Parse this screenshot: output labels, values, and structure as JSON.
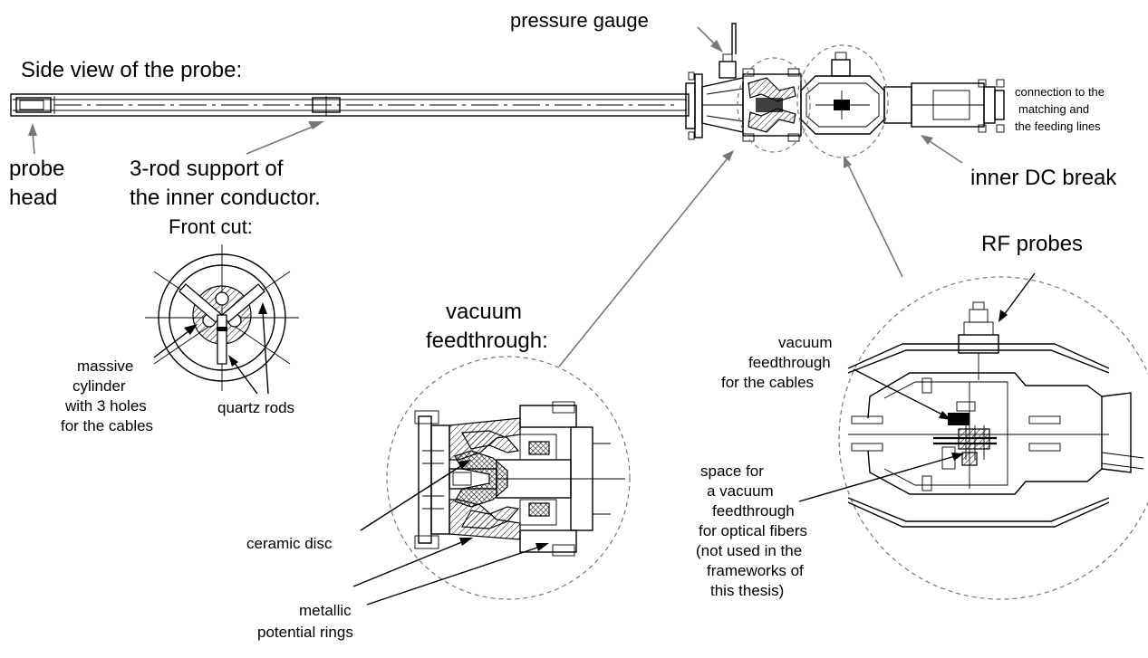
{
  "labels": {
    "side_view": "Side view of the probe:",
    "pressure_gauge": "pressure gauge",
    "connection": [
      "connection to the",
      "matching  and",
      "the feeding lines"
    ],
    "inner_dc_break": "inner DC break",
    "probe_head": [
      "probe",
      "head"
    ],
    "rod_support": [
      "3-rod support of",
      "the inner conductor."
    ],
    "front_cut": "Front cut:",
    "massive_cylinder": [
      "massive",
      "cylinder",
      "with 3 holes",
      "for the cables"
    ],
    "quartz_rods": "quartz rods",
    "vacuum_feedthrough": [
      "vacuum",
      "feedthrough:"
    ],
    "ceramic_disc": "ceramic disc",
    "metallic_rings": [
      "metallic",
      "potential rings"
    ],
    "rf_probes": "RF probes",
    "vacuum_cables": [
      "vacuum",
      "feedthrough",
      "for the cables"
    ],
    "space_feedthrough": [
      "space for",
      "a vacuum",
      "feedthrough",
      "for optical fibers",
      "(not used in the",
      "frameworks of",
      "this thesis)"
    ]
  }
}
